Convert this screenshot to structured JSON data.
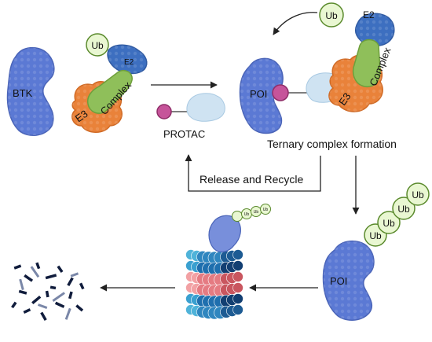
{
  "labels": {
    "btk": "BTK",
    "e2": "E2",
    "e3": "E3",
    "complex": "Complex",
    "ub": "Ub",
    "protac": "PROTAC",
    "poi": "POI",
    "ternary_caption": "Ternary complex formation",
    "release_caption": "Release and Recycle"
  },
  "colors": {
    "target_protein": "#5b79d4",
    "e2": "#3d6fc0",
    "complex": "#8fbf5a",
    "e3": "#e9823a",
    "ubiquitin": "#e9f7d2",
    "ubiquitin_stroke": "#5a8a2c",
    "linker_ball": "#c6549a",
    "ligand": "#cfe3f2",
    "proteasome_blue": "#2a6fb0",
    "proteasome_pink": "#ef8a8f",
    "fragments": "#101c3c"
  }
}
